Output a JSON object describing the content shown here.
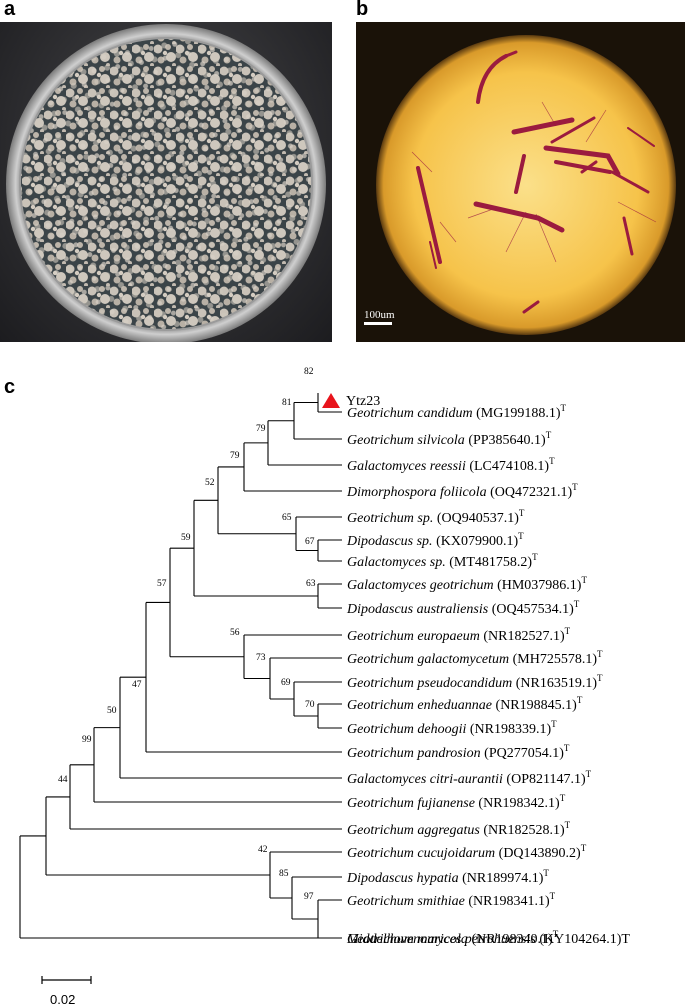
{
  "panels": {
    "a": "a",
    "b": "b",
    "c": "c"
  },
  "scale_bar_b": "100um",
  "tree_scale": "0.02",
  "query_strain": "Ytz23",
  "taxa": [
    {
      "genus": "Geotrichum candidum",
      "acc": "(MG199188.1)",
      "sup": "T"
    },
    {
      "genus": "Geotrichum silvicola",
      "acc": "(PP385640.1)",
      "sup": "T"
    },
    {
      "genus": "Galactomyces reessii",
      "acc": "(LC474108.1)",
      "sup": "T"
    },
    {
      "genus": "Dimorphospora foliicola",
      "acc": "(OQ472321.1)",
      "sup": "T"
    },
    {
      "genus": "Geotrichum sp.",
      "acc": "(OQ940537.1)",
      "sup": "T"
    },
    {
      "genus": "Dipodascus sp.",
      "acc": "(KX079900.1)",
      "sup": "T"
    },
    {
      "genus": "Galactomyces sp.",
      "acc": "(MT481758.2)",
      "sup": "T"
    },
    {
      "genus": "Galactomyces geotrichum",
      "acc": "(HM037986.1)",
      "sup": "T"
    },
    {
      "genus": "Dipodascus australiensis",
      "acc": "(OQ457534.1)",
      "sup": "T"
    },
    {
      "genus": "Geotrichum europaeum",
      "acc": "(NR182527.1)",
      "sup": "T"
    },
    {
      "genus": "Geotrichum galactomycetum",
      "acc": "(MH725578.1)",
      "sup": "T"
    },
    {
      "genus": "Geotrichum pseudocandidum",
      "acc": "(NR163519.1)",
      "sup": "T"
    },
    {
      "genus": "Geotrichum enheduannae",
      "acc": "(NR198845.1)",
      "sup": "T"
    },
    {
      "genus": "Geotrichum dehoogii",
      "acc": "(NR198339.1)",
      "sup": "T"
    },
    {
      "genus": "Geotrichum pandrosion",
      "acc": "(PQ277054.1)",
      "sup": "T"
    },
    {
      "genus": "Galactomyces citri-aurantii",
      "acc": "(OP821147.1)",
      "sup": "T"
    },
    {
      "genus": "Geotrichum fujianense",
      "acc": "(NR198342.1)",
      "sup": "T"
    },
    {
      "genus": "Geotrichum aggregatus",
      "acc": "(NR182528.1)",
      "sup": "T"
    },
    {
      "genus": "Geotrichum cucujoidarum",
      "acc": "(DQ143890.2)",
      "sup": "T"
    },
    {
      "genus": "Dipodascus hypatia",
      "acc": "(NR189974.1)",
      "sup": "T"
    },
    {
      "genus": "Geotrichum smithiae",
      "acc": "(NR198341.1)",
      "sup": "T"
    },
    {
      "genus": "Geotrichum maricola",
      "acc": "(NR198340.1)",
      "sup": "T"
    },
    {
      "genus": "Middelhovenomyces petrohuensis",
      "acc": "(KY104264.1)T",
      "sup": ""
    }
  ],
  "bootstrap": [
    "82",
    "81",
    "79",
    "79",
    "52",
    "65",
    "67",
    "59",
    "63",
    "57",
    "56",
    "73",
    "69",
    "70",
    "47",
    "50",
    "99",
    "44",
    "42",
    "85",
    "97"
  ],
  "colors": {
    "plate_bg": "#2d2d30",
    "field": "#f6c34a",
    "hyphae": "#9b1b3f",
    "marker": "#e8141c"
  }
}
